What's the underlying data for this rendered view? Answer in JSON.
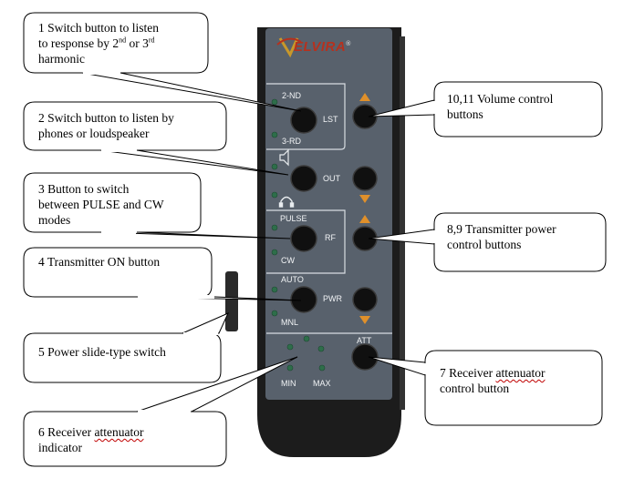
{
  "callouts": {
    "c1": {
      "line1": "1 Switch button to listen",
      "line2_a": "to response by 2",
      "sup_a": "nd",
      "line2_b": " or 3",
      "sup_b": "rd",
      "line3": "harmonic"
    },
    "c2": {
      "line1": "2 Switch button to listen by",
      "line2": "phones or loudspeaker"
    },
    "c3": {
      "line1": "3 Button to switch",
      "line2": "between PULSE and CW",
      "line3": "modes"
    },
    "c4": {
      "line1": "4 Transmitter ON button"
    },
    "c5": {
      "line1": "5 Power slide-type switch"
    },
    "c6": {
      "line1_a": "6 Receiver ",
      "line1_b": "attenuator",
      "line2": "indicator"
    },
    "c7": {
      "line1_a": "7 Receiver ",
      "line1_b": "attenuator",
      "line2": "control button"
    },
    "c89": {
      "line1": "8,9 Transmitter power",
      "line2": "control buttons"
    },
    "c1011": {
      "line1": "10,11 Volume control",
      "line2": "buttons"
    }
  },
  "panel": {
    "brand": "ELVIRA",
    "brand_mark": "®",
    "labels": {
      "nd2": "2-ND",
      "rd3": "3-RD",
      "lst": "LST",
      "out": "OUT",
      "pulse": "PULSE",
      "cw": "CW",
      "rf": "RF",
      "auto": "AUTO",
      "mnl": "MNL",
      "pwr": "PWR",
      "att": "ATT",
      "min": "MIN",
      "max": "MAX"
    }
  },
  "colors": {
    "panel_face": "#58616c",
    "device_body": "#1c1c1c",
    "led_green": "#2e6e4a",
    "arrow_orange": "#e0902a",
    "brand_red": "#b5311e"
  }
}
